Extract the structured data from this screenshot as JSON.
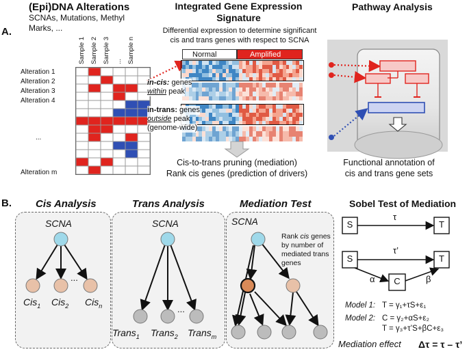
{
  "panel_a": {
    "label": "A.",
    "alterations": {
      "title": "(Epi)DNA Alterations",
      "subtitle_line1": "SCNAs, Mutations, Methyl",
      "subtitle_line2": "Marks, ...",
      "sample_labels": [
        "Sample 1",
        "Sample 2",
        "Sample 3",
        "...",
        "Sample n"
      ],
      "row_labels": [
        "Alteration 1",
        "Alteration 2",
        "Alteration 3",
        "Alteration 4",
        "...",
        "Alteration m"
      ],
      "matrix": [
        [
          0,
          2,
          0,
          0,
          0,
          0
        ],
        [
          0,
          0,
          2,
          0,
          0,
          0
        ],
        [
          0,
          2,
          0,
          2,
          2,
          0
        ],
        [
          0,
          0,
          0,
          2,
          0,
          0
        ],
        [
          0,
          0,
          0,
          0,
          1,
          1
        ],
        [
          0,
          0,
          0,
          1,
          1,
          1
        ],
        [
          2,
          2,
          2,
          2,
          2,
          2
        ],
        [
          0,
          2,
          2,
          0,
          0,
          0
        ],
        [
          0,
          2,
          0,
          0,
          2,
          0
        ],
        [
          0,
          0,
          0,
          1,
          1,
          0
        ],
        [
          0,
          0,
          0,
          0,
          1,
          0
        ],
        [
          2,
          0,
          2,
          0,
          0,
          0
        ],
        [
          0,
          2,
          0,
          0,
          0,
          0
        ]
      ],
      "colors": {
        "red": "#e0241e",
        "blue": "#2f4fb4",
        "white": "#ffffff"
      }
    },
    "expression": {
      "title_line1": "Integrated Gene Expression",
      "title_line2": "Signature",
      "desc_line1": "Differential expression to determine significant",
      "desc_line2": "cis and trans genes with respect to SCNA",
      "normal_label": "Normal",
      "amplified_label": "Amplified",
      "cis_bold": "in-cis:",
      "cis_text1": " genes",
      "cis_under": "within",
      "cis_text2": " peak",
      "trans_bold": "in-trans:",
      "trans_text1": " genes",
      "trans_under": "outside",
      "trans_text2": " peak",
      "trans_text3": "(genome-wide)",
      "caption_line1": "Cis-to-trans pruning (mediation)",
      "caption_line2": "Rank cis genes (prediction of drivers)"
    },
    "pathway": {
      "title": "Pathway Analysis",
      "caption_line1": "Functional annotation of",
      "caption_line2": "cis and trans gene sets"
    }
  },
  "panel_b": {
    "label": "B.",
    "cis": {
      "title": "Cis Analysis",
      "root": "SCNA",
      "leaves": [
        "Cis1",
        "Cis2",
        "Cisn"
      ],
      "ellipsis": "..."
    },
    "trans": {
      "title": "Trans Analysis",
      "root": "SCNA",
      "leaves": [
        "Trans1",
        "Trans2",
        "Transm"
      ],
      "ellipsis": "..."
    },
    "mediation": {
      "title": "Mediation Test",
      "root": "SCNA",
      "note_line1": "Rank",
      "note_cis": "cis",
      "note_line1b": " genes",
      "note_line2": "by number of",
      "note_line3": "mediated trans",
      "note_line4": "genes"
    },
    "sobel": {
      "title": "Sobel Test of Mediation",
      "s": "S",
      "t": "T",
      "c": "C",
      "tau": "τ",
      "tau_prime": "τ’",
      "alpha": "α",
      "beta": "β",
      "model1_label": "Model 1:",
      "model1_eq": "T = γ₁+τS+ε₁",
      "model2_label": "Model 2:",
      "model2_eq1": "C = γ₂+αS+ε₂",
      "model2_eq2": "T = γ₃+τ’S+βC+ε₃",
      "effect_label": "Mediation effect",
      "effect_eq": "Δτ = τ – τ’"
    }
  },
  "colors": {
    "node_blue": "#9fd9ea",
    "node_peach": "#e8c1a8",
    "node_gray": "#bcbcbc",
    "node_orange": "#d98a58",
    "red": "#e0241e",
    "blue": "#2f4fb4"
  }
}
